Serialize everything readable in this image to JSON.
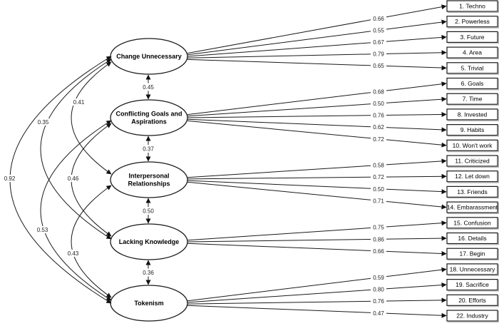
{
  "diagram": {
    "kind": "sem-path-diagram",
    "factors": [
      {
        "id": "change-unnecessary",
        "label": "Change Unnecessary",
        "lines": [
          "Change Unnecessary"
        ]
      },
      {
        "id": "conflicting-goals-aspirations",
        "label": "Conflicting Goals and Aspirations",
        "lines": [
          "Conflicting Goals and",
          "Aspirations"
        ]
      },
      {
        "id": "interpersonal-relationships",
        "label": "Interpersonal Relationships",
        "lines": [
          "Interpersonal",
          "Relationships"
        ]
      },
      {
        "id": "lacking-knowledge",
        "label": "Lacking Knowledge",
        "lines": [
          "Lacking Knowledge"
        ]
      },
      {
        "id": "tokenism",
        "label": "Tokenism",
        "lines": [
          "Tokenism"
        ]
      }
    ],
    "indicators": [
      {
        "label": "1. Techno",
        "loading": "0.66",
        "factor": 0
      },
      {
        "label": "2. Powerless",
        "loading": "0.55",
        "factor": 0
      },
      {
        "label": "3. Future",
        "loading": "0.67",
        "factor": 0
      },
      {
        "label": "4. Area",
        "loading": "0.79",
        "factor": 0
      },
      {
        "label": "5. Trivial",
        "loading": "0.65",
        "factor": 0
      },
      {
        "label": "6. Goals",
        "loading": "0.68",
        "factor": 1
      },
      {
        "label": "7. Time",
        "loading": "0.50",
        "factor": 1
      },
      {
        "label": "8. Invested",
        "loading": "0.76",
        "factor": 1
      },
      {
        "label": "9. Habits",
        "loading": "0.62",
        "factor": 1
      },
      {
        "label": "10. Won't work",
        "loading": "0.72",
        "factor": 1
      },
      {
        "label": "11. Criticized",
        "loading": "0.58",
        "factor": 2
      },
      {
        "label": "12. Let down",
        "loading": "0.72",
        "factor": 2
      },
      {
        "label": "13. Friends",
        "loading": "0.50",
        "factor": 2
      },
      {
        "label": "14. Embarassment",
        "loading": "0.71",
        "factor": 2
      },
      {
        "label": "15. Confusion",
        "loading": "0.75",
        "factor": 3
      },
      {
        "label": "16. Details",
        "loading": "0.86",
        "factor": 3
      },
      {
        "label": "17. Begin",
        "loading": "0.66",
        "factor": 3
      },
      {
        "label": "18. Unnecessary",
        "loading": "0.59",
        "factor": 4
      },
      {
        "label": "19. Sacrifice",
        "loading": "0.80",
        "factor": 4
      },
      {
        "label": "20. Efforts",
        "loading": "0.76",
        "factor": 4
      },
      {
        "label": "22. Industry",
        "loading": "0.47",
        "factor": 4
      }
    ],
    "covariances": [
      {
        "a": 0,
        "b": 1,
        "value": "0.45",
        "type": "vertical"
      },
      {
        "a": 1,
        "b": 2,
        "value": "0.37",
        "type": "vertical"
      },
      {
        "a": 2,
        "b": 3,
        "value": "0.50",
        "type": "vertical"
      },
      {
        "a": 3,
        "b": 4,
        "value": "0.36",
        "type": "vertical"
      },
      {
        "a": 0,
        "b": 2,
        "value": "0.41",
        "type": "curve"
      },
      {
        "a": 1,
        "b": 3,
        "value": "0.46",
        "type": "curve"
      },
      {
        "a": 2,
        "b": 4,
        "value": "0.43",
        "type": "curve"
      },
      {
        "a": 0,
        "b": 3,
        "value": "0.35",
        "type": "curve"
      },
      {
        "a": 1,
        "b": 4,
        "value": "0.53",
        "type": "curve"
      },
      {
        "a": 0,
        "b": 4,
        "value": "0.92",
        "type": "curve"
      }
    ],
    "colors": {
      "stroke": "#1a1a1a",
      "shape_fill": "#ffffff",
      "text": "#000000",
      "value_text": "#222222",
      "box_shadow": "#b3b3b3"
    }
  }
}
